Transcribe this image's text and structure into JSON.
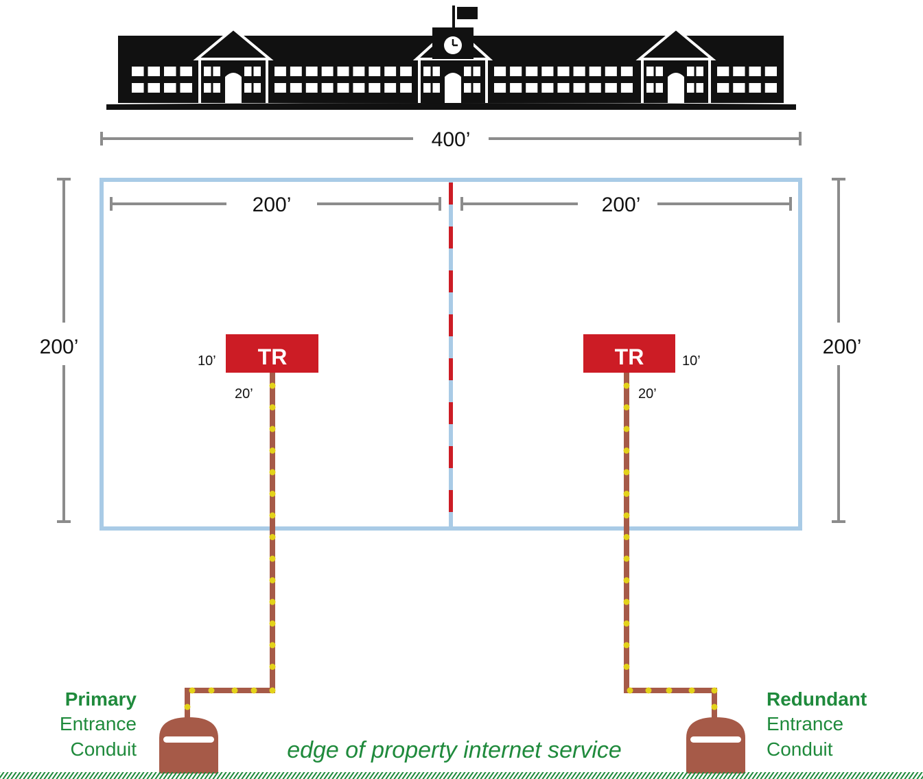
{
  "dimensions": {
    "overall_width": "400’",
    "left_half_width": "200’",
    "right_half_width": "200’",
    "left_height": "200’",
    "right_height": "200’",
    "left_tr_offset_x": "10’",
    "left_tr_offset_y": "20’",
    "right_tr_offset_x": "10’",
    "right_tr_offset_y": "20’"
  },
  "rooms": {
    "left_tr_label": "TR",
    "right_tr_label": "TR"
  },
  "conduits": {
    "primary": {
      "bold": "Primary",
      "line2": "Entrance",
      "line3": "Conduit"
    },
    "redundant": {
      "bold": "Redundant",
      "line2": "Entrance",
      "line3": "Conduit"
    }
  },
  "property_edge_label": "edge of property internet service",
  "colors": {
    "building_outline": "#a9cbe6",
    "dimension_gray": "#8c8c8c",
    "tr_red": "#cc1c25",
    "conduit_brown": "#a65a48",
    "conduit_dots": "#e3d21a",
    "label_green": "#1f8a3c",
    "school_black": "#111111"
  }
}
